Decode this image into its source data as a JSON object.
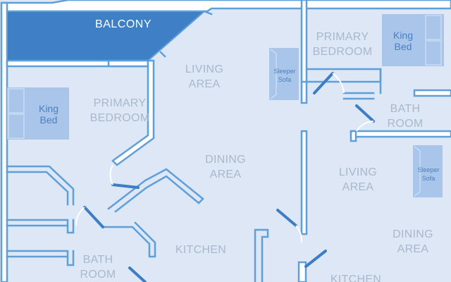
{
  "rooms": {
    "balcony": "BALCONY",
    "living_area_1": [
      "LIVING",
      "AREA"
    ],
    "primary_bedroom_1": [
      "PRIMARY",
      "BEDROOM"
    ],
    "primary_bedroom_2": [
      "PRIMARY",
      "BEDROOM"
    ],
    "dining_area_1": [
      "DINING",
      "AREA"
    ],
    "kitchen_1": "KITCHEN",
    "bath_room_1": [
      "BATH",
      "ROOM"
    ],
    "bath_room_2": [
      "BATH",
      "ROOM"
    ],
    "living_area_2": [
      "LIVING",
      "AREA"
    ],
    "dining_area_2": [
      "DINING",
      "AREA"
    ],
    "kitchen_2": "KITCHEN"
  },
  "furniture": {
    "king_bed_1": [
      "King",
      "Bed"
    ],
    "king_bed_2": [
      "King",
      "Bed"
    ],
    "sleeper_sofa_1": [
      "Sleeper",
      "Sofa"
    ],
    "sleeper_sofa_2": [
      "Sleeper",
      "Sofa"
    ]
  },
  "colors": {
    "background": "#dde7f5",
    "wall_outline": "#5f9fd9",
    "wall_fill": "#ffffff",
    "door": "#3d7dc4",
    "balcony_fill": "#3f7fc6",
    "furniture_fill": "#a9c6ea",
    "room_label": "#a9b8cc"
  }
}
